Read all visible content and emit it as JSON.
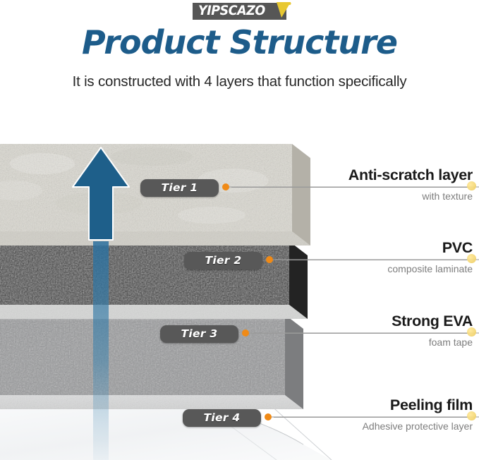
{
  "brand": {
    "logo_text": "YIPSCAZO",
    "logo_bg": "#565656",
    "logo_accent": "#e8c832"
  },
  "header": {
    "title": "Product Structure",
    "subtitle": "It is constructed with 4 layers that function specifically",
    "title_color": "#1d5c8a"
  },
  "colors": {
    "accent_orange": "#f08a16",
    "accent_yellow": "#f0dc85",
    "badge_gray": "#585858",
    "arrow_blue": "#1e5f8a",
    "rule_gray": "#9a9a9a"
  },
  "diagram": {
    "arrow_direction": "up",
    "layers": [
      {
        "tier": "Tier 1",
        "name": "Anti-scratch layer",
        "detail": "with texture",
        "swatch_top": "#dcdad2",
        "swatch_side": "#b9b6ae"
      },
      {
        "tier": "Tier 2",
        "name": "PVC",
        "detail": "composite laminate",
        "swatch_top": "#3a3a3a",
        "swatch_side": "#262626"
      },
      {
        "tier": "Tier 3",
        "name": "Strong EVA",
        "detail": "foam tape",
        "swatch_top": "#98999a",
        "swatch_side": "#76777a"
      },
      {
        "tier": "Tier 4",
        "name": "Peeling film",
        "detail": "Adhesive protective layer",
        "swatch_top": "#f2f3f4",
        "swatch_side": "#e2e4e6"
      }
    ]
  }
}
